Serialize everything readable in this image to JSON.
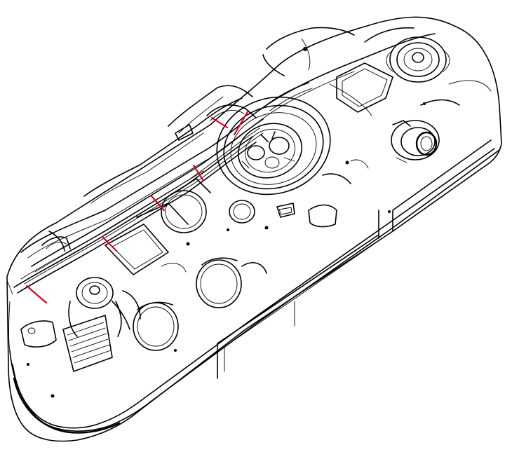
{
  "diagram": {
    "subject": "fuel-tank-line-drawing",
    "marker_color": "#e0001b",
    "line_color": "#000000",
    "background": "#ffffff",
    "callout_markers": [
      {
        "id": "m1"
      },
      {
        "id": "m2"
      },
      {
        "id": "m3"
      },
      {
        "id": "m4"
      },
      {
        "id": "m5"
      },
      {
        "id": "m6"
      },
      {
        "id": "m7"
      }
    ]
  }
}
